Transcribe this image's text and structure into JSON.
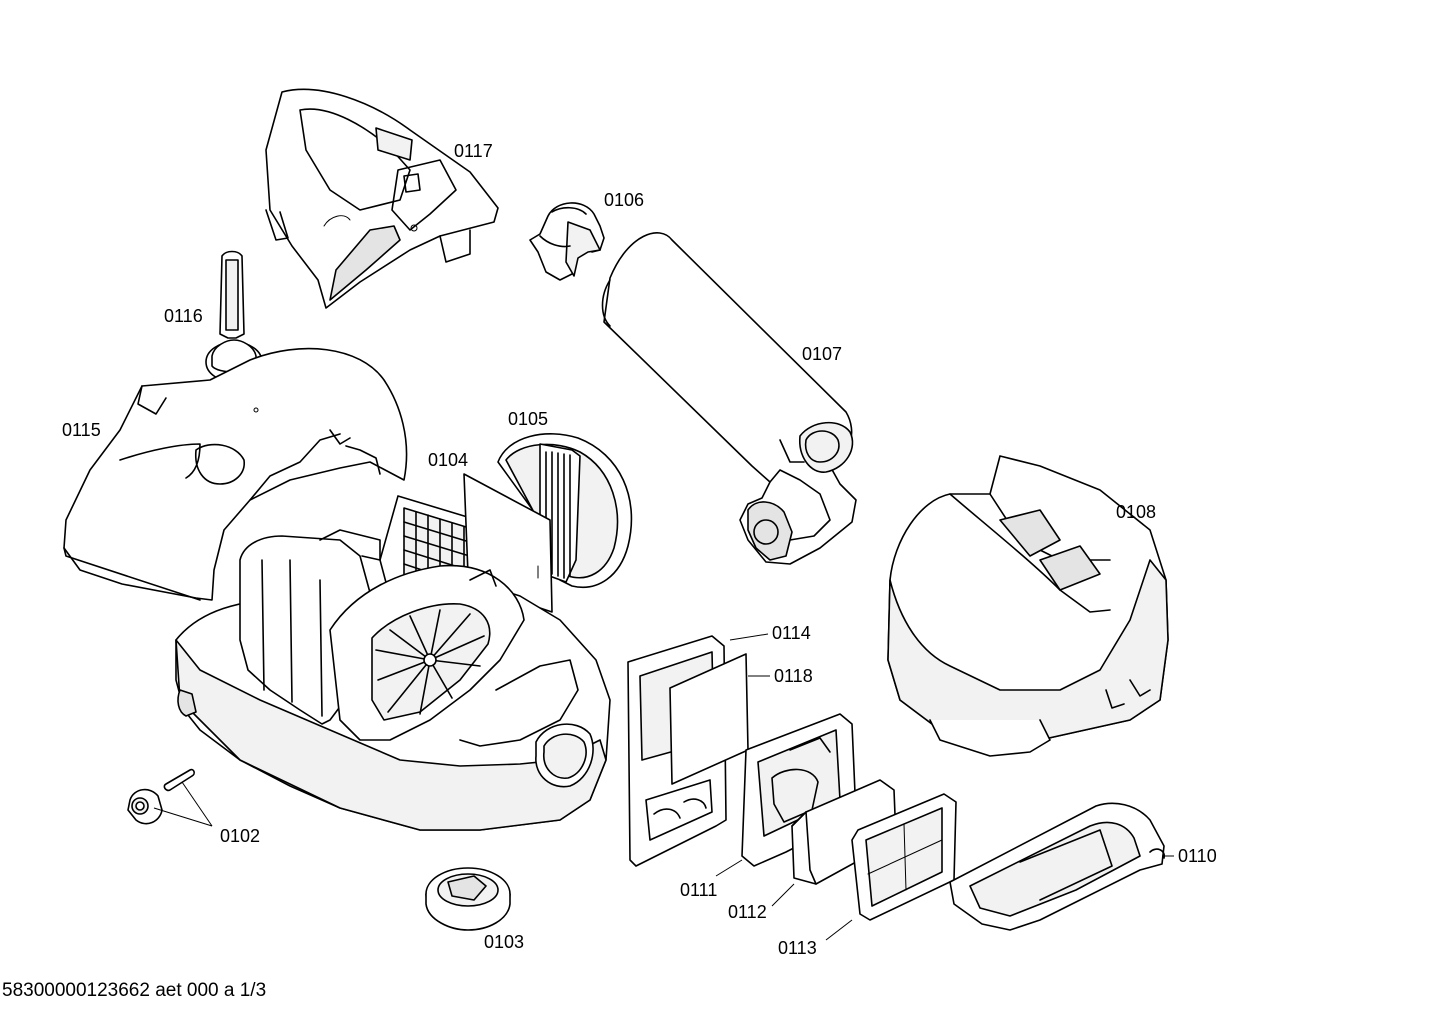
{
  "diagram": {
    "parts": {
      "p0102": "0102",
      "p0103": "0103",
      "p0104": "0104",
      "p0105": "0105",
      "p0106": "0106",
      "p0107": "0107",
      "p0108": "0108",
      "p0110": "0110",
      "p0111": "0111",
      "p0112": "0112",
      "p0113": "0113",
      "p0114": "0114",
      "p0115": "0115",
      "p0116": "0116",
      "p0117": "0117",
      "p0118": "0118"
    }
  },
  "footer": {
    "document_id": "58300000123662 aet 000 a 1/3"
  }
}
